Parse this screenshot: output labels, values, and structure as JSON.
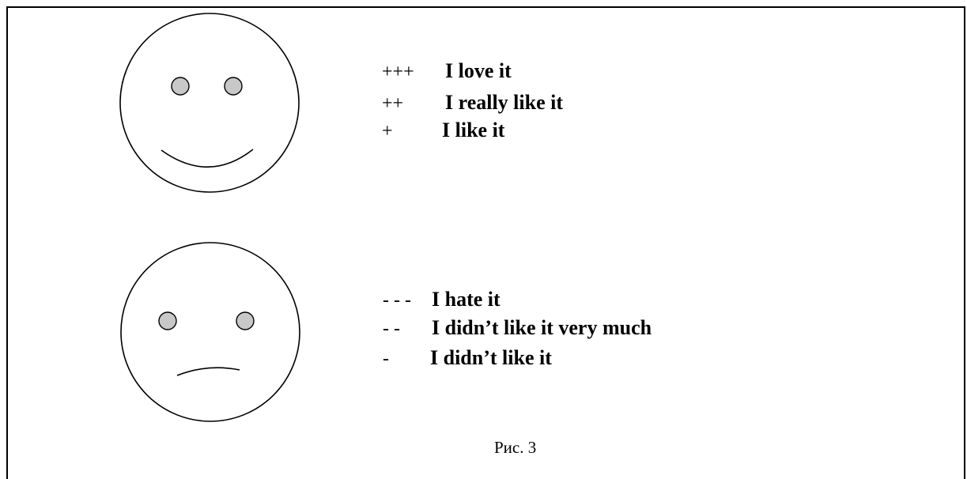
{
  "positive": {
    "items": [
      {
        "symbol": "+++",
        "label": "I love it"
      },
      {
        "symbol": "++",
        "label": "I really like it"
      },
      {
        "symbol": "+",
        "label": "I like it"
      }
    ]
  },
  "negative": {
    "items": [
      {
        "symbol": "- - -",
        "label": "I hate it"
      },
      {
        "symbol": "- -",
        "label": "I didn’t like it very much"
      },
      {
        "symbol": "-",
        "label": "I didn’t like it"
      }
    ]
  },
  "caption": "Рис. 3",
  "colors": {
    "eye_fill": "#c8c8c8",
    "stroke": "#000000"
  }
}
